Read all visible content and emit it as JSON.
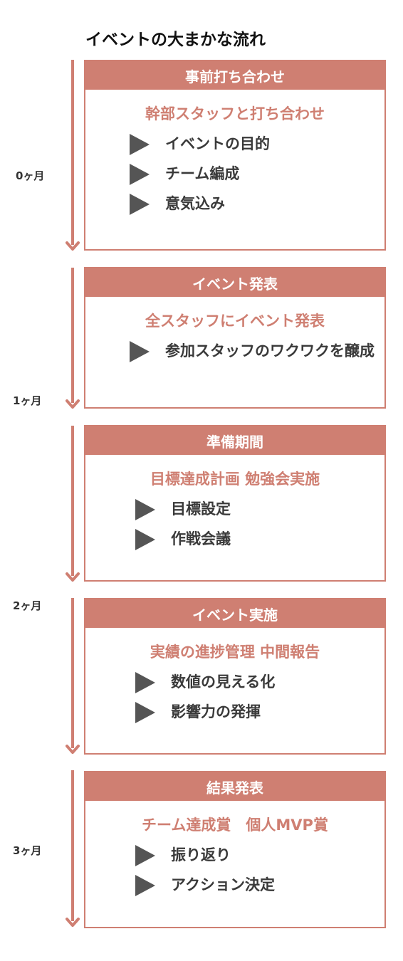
{
  "title": "イベントの大まかな流れ",
  "months": [
    "0ヶ月",
    "1ヶ月",
    "2ヶ月",
    "3ヶ月"
  ],
  "phases": [
    {
      "header": "事前打ち合わせ",
      "subtitle": "幹部スタッフと打ち合わせ",
      "items": [
        "イベントの目的",
        "チーム編成",
        "意気込み"
      ]
    },
    {
      "header": "イベント発表",
      "subtitle": "全スタッフにイベント発表",
      "items": [
        "参加スタッフのワクワクを醸成"
      ]
    },
    {
      "header": "準備期間",
      "subtitle": "目標達成計画 勉強会実施",
      "items": [
        "目標設定",
        "作戦会議"
      ]
    },
    {
      "header": "イベント実施",
      "subtitle": "実績の進捗管理 中間報告",
      "items": [
        "数値の見える化",
        "影響力の発揮"
      ]
    },
    {
      "header": "結果発表",
      "subtitle": "チーム達成賞　個人MVP賞",
      "items": [
        "振り返り",
        "アクション決定"
      ]
    }
  ],
  "colors": {
    "accent": "#cf7f72",
    "bullet": "#555555",
    "text": "#3a3a3a"
  },
  "icons": {
    "bullet": "triangle-right-icon",
    "timeline": "arrow-down-icon"
  }
}
